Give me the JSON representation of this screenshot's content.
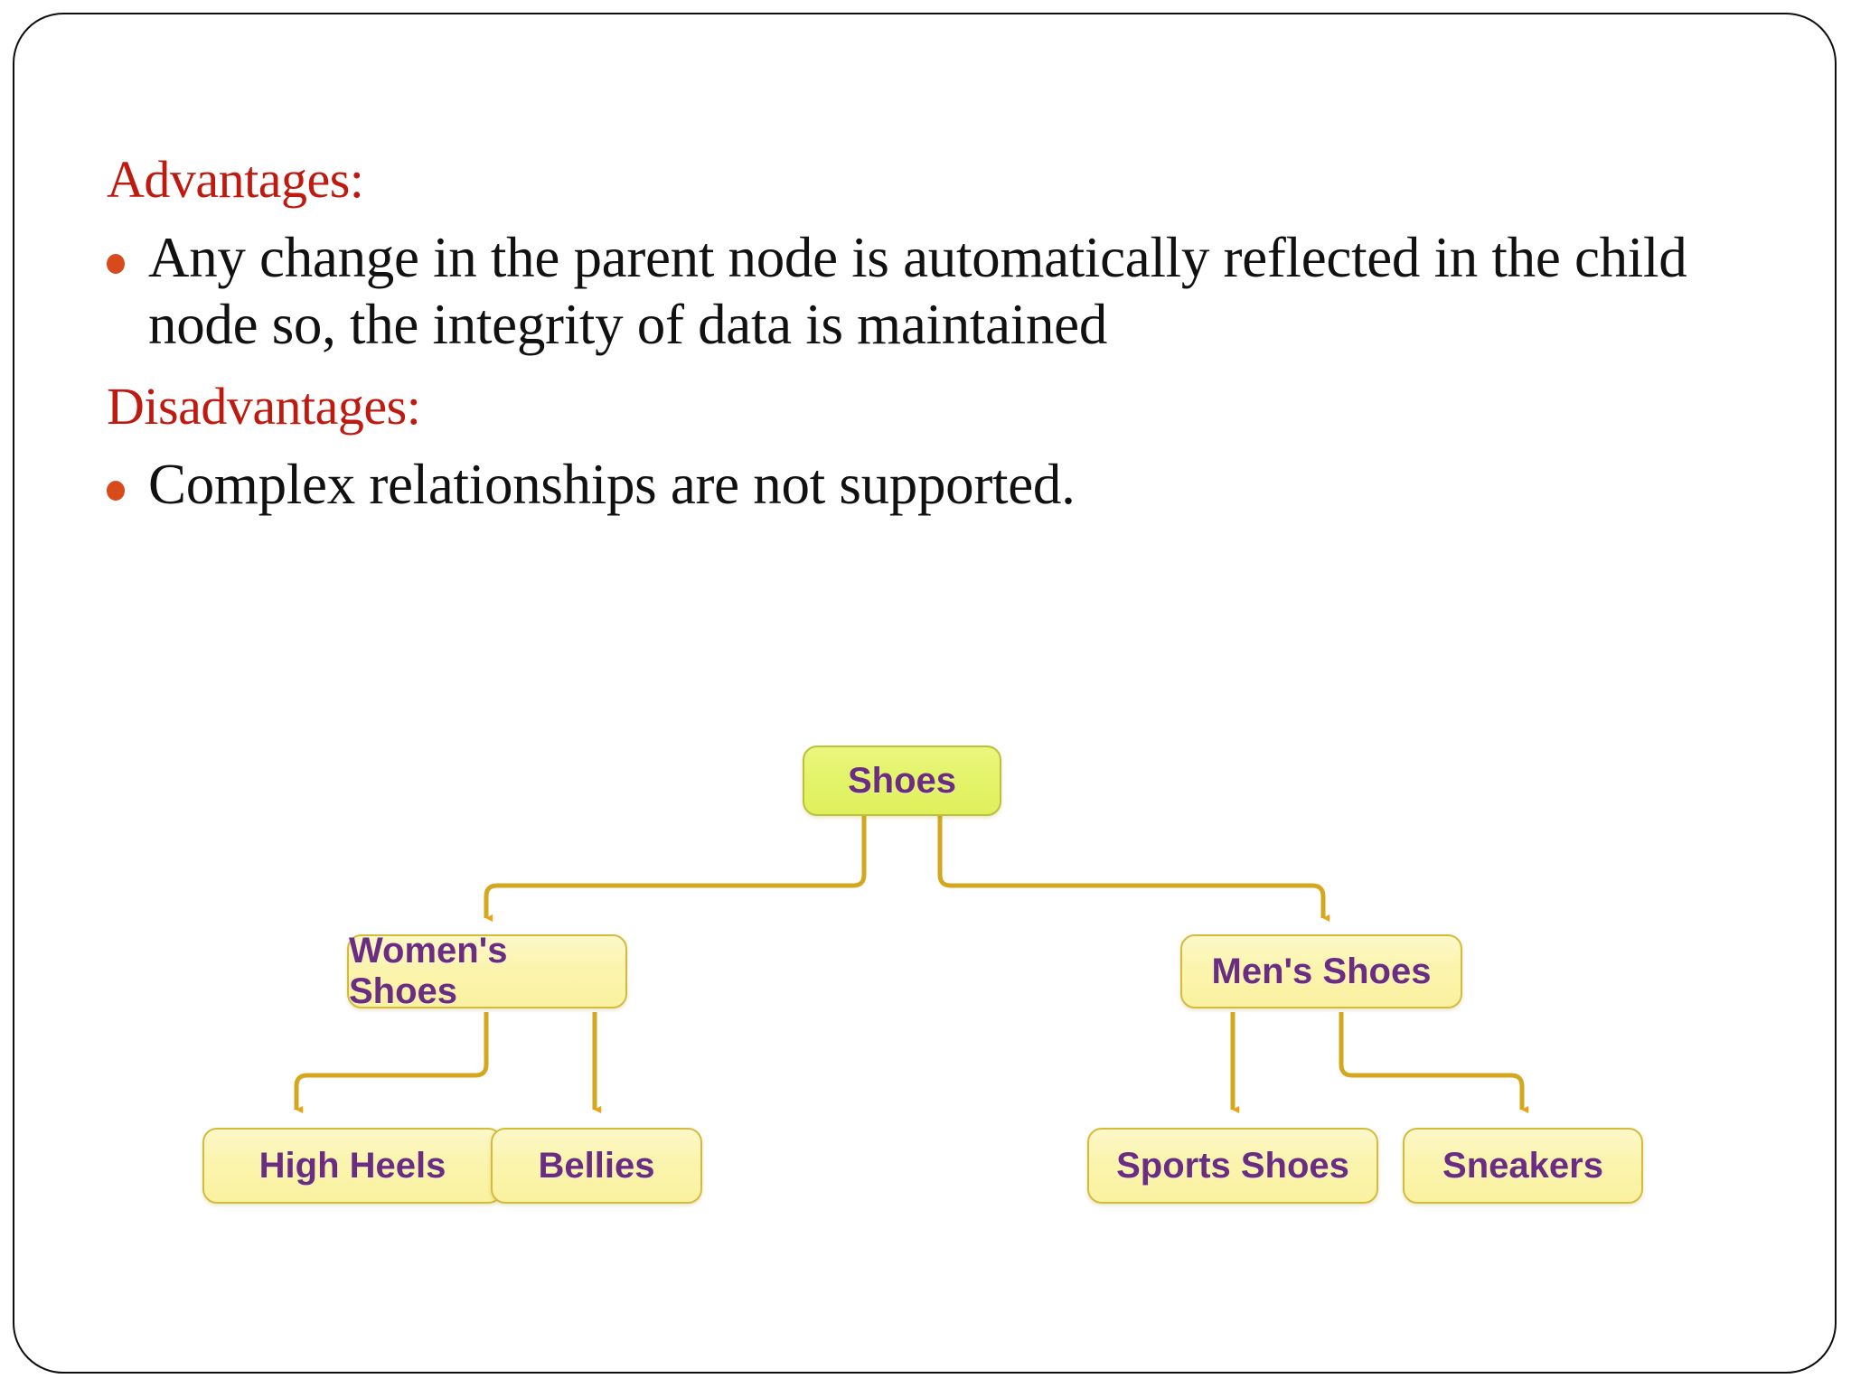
{
  "slide": {
    "heading_advantages": "Advantages:",
    "heading_disadvantages": "Disadvantages:",
    "bullet_advantage": "Any change in the parent node is automatically reflected in the child node so, the integrity of data is maintained",
    "bullet_disadvantage": "Complex relationships are not supported.",
    "colors": {
      "heading": "#bf1a10",
      "bullet_dot": "#d8491c",
      "body_text": "#111111",
      "frame": "#0d0d0d",
      "node_text": "#6b2d82",
      "node_root_fill": "#e3f46a",
      "node_fill": "#fbf4ad",
      "node_border": "#d5bb3d",
      "connector": "#d4a81e",
      "arrow": "#e8a317"
    }
  },
  "diagram": {
    "type": "tree",
    "root": {
      "label": "Shoes"
    },
    "level2": [
      {
        "label": "Women's Shoes"
      },
      {
        "label": "Men's Shoes"
      }
    ],
    "leaves": [
      {
        "label": "High Heels",
        "parent": "Women's Shoes"
      },
      {
        "label": "Bellies",
        "parent": "Women's Shoes"
      },
      {
        "label": "Sports Shoes",
        "parent": "Men's Shoes"
      },
      {
        "label": "Sneakers",
        "parent": "Men's Shoes"
      }
    ]
  }
}
